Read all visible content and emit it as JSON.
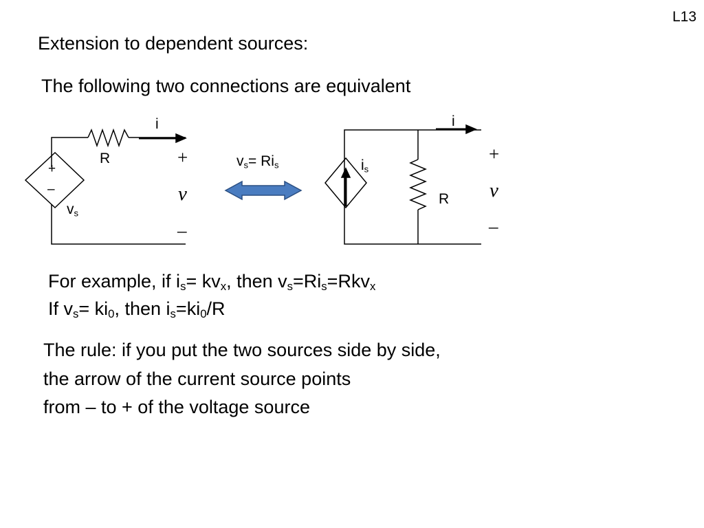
{
  "slide_number": "L13",
  "title": "Extension to dependent sources:",
  "subtitle": "The following two connections are equivalent",
  "left_circuit": {
    "current_label": "i",
    "resistor_label": "R",
    "source_plus": "+",
    "source_minus": "–",
    "source_label": {
      "base": "v",
      "sub": "s"
    },
    "terminal_plus": "+",
    "terminal_var": "v",
    "terminal_minus": "–"
  },
  "relation": {
    "a": "v",
    "a_sub": "s",
    "eq": "= Ri",
    "b_sub": "s"
  },
  "right_circuit": {
    "current_label": "i",
    "source_label": {
      "base": "i",
      "sub": "s"
    },
    "resistor_label": "R",
    "terminal_plus": "+",
    "terminal_var": "v",
    "terminal_minus": "–"
  },
  "examples": {
    "line1": [
      {
        "t": "For example, if i"
      },
      {
        "s": "s"
      },
      {
        "t": "= kv"
      },
      {
        "s": "x"
      },
      {
        "t": ",  then v"
      },
      {
        "s": "s"
      },
      {
        "t": "=Ri"
      },
      {
        "s": "s"
      },
      {
        "t": "=Rkv"
      },
      {
        "s": "x"
      }
    ],
    "line2": [
      {
        "t": "If v"
      },
      {
        "s": "s"
      },
      {
        "t": "= ki"
      },
      {
        "s": "0"
      },
      {
        "t": ",  then i"
      },
      {
        "s": "s"
      },
      {
        "t": "=ki"
      },
      {
        "s": "0"
      },
      {
        "t": "/R"
      }
    ]
  },
  "rule": {
    "line1": "The rule:  if you put the two sources side by side,",
    "line2": "the arrow of the current source points",
    "line3": "from – to + of the voltage  source"
  },
  "colors": {
    "arrow_fill": "#4a7cc0",
    "arrow_stroke": "#2b4f82",
    "ink": "#000000"
  }
}
